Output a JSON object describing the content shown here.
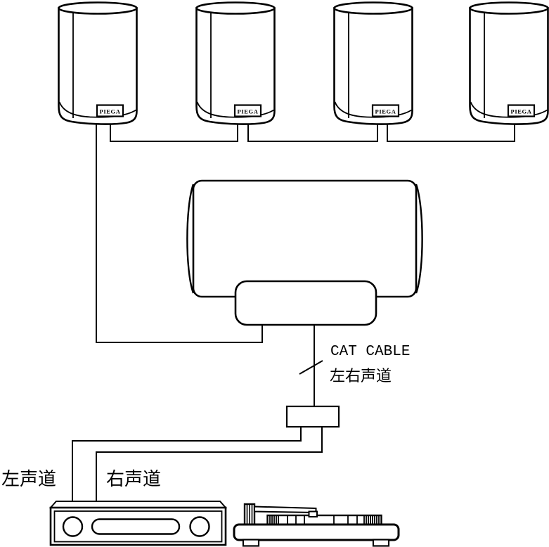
{
  "diagram": {
    "background_color": "#ffffff",
    "line_color": "#000000",
    "speakers": [
      {
        "brand": "PIEGA"
      },
      {
        "brand": "PIEGA"
      },
      {
        "brand": "PIEGA"
      },
      {
        "brand": "PIEGA"
      }
    ],
    "cable": {
      "type_label": "CAT CABLE",
      "channel_label": "左右声道"
    },
    "amplifier_inputs": {
      "left_label": "左声道",
      "right_label": "右声道"
    }
  }
}
